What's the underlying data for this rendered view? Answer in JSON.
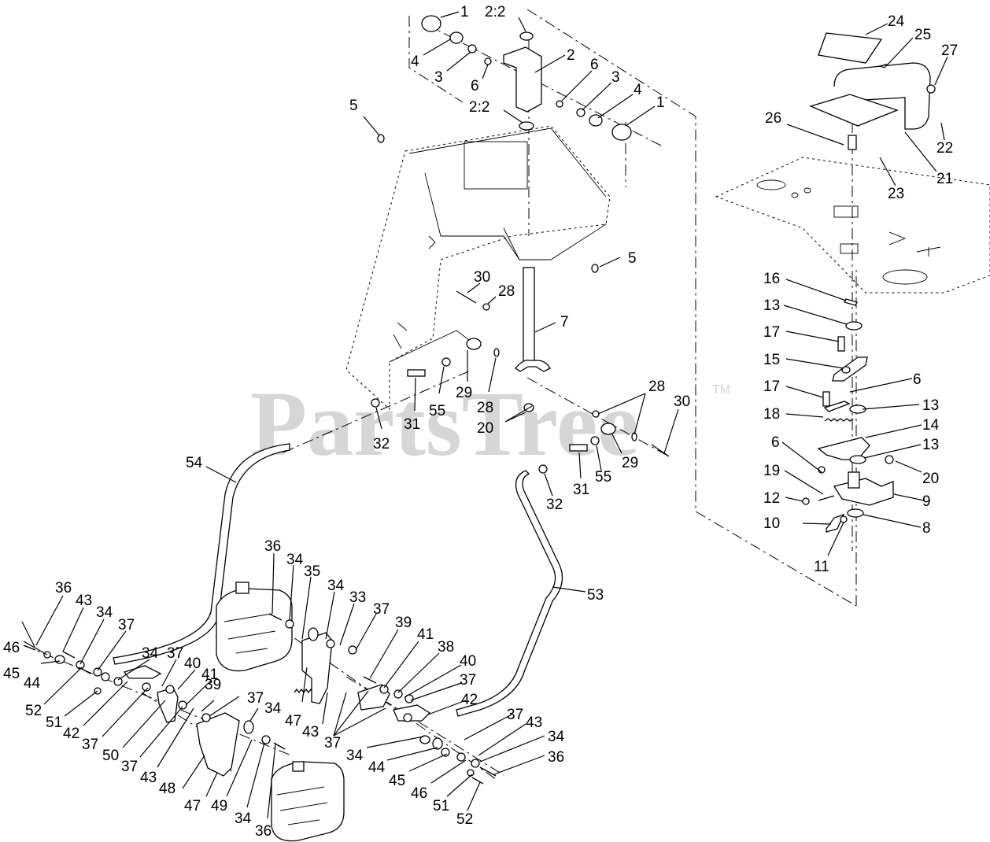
{
  "watermark": {
    "brand": "PartsTree",
    "trademark": "TM"
  },
  "callouts": [
    {
      "id": "c1a",
      "text": "1"
    },
    {
      "id": "c22a",
      "text": "2:2"
    },
    {
      "id": "c2",
      "text": "2"
    },
    {
      "id": "c4a",
      "text": "4"
    },
    {
      "id": "c3a",
      "text": "3"
    },
    {
      "id": "c6a",
      "text": "6"
    },
    {
      "id": "c6b",
      "text": "6"
    },
    {
      "id": "c3b",
      "text": "3"
    },
    {
      "id": "c4b",
      "text": "4"
    },
    {
      "id": "c1b",
      "text": "1"
    },
    {
      "id": "c22b",
      "text": "2:2"
    },
    {
      "id": "c5a",
      "text": "5"
    },
    {
      "id": "c5b",
      "text": "5"
    },
    {
      "id": "c30a",
      "text": "30"
    },
    {
      "id": "c28a",
      "text": "28"
    },
    {
      "id": "c7",
      "text": "7"
    },
    {
      "id": "c29a",
      "text": "29"
    },
    {
      "id": "c28b",
      "text": "28"
    },
    {
      "id": "c55a",
      "text": "55"
    },
    {
      "id": "c31a",
      "text": "31"
    },
    {
      "id": "c32a",
      "text": "32"
    },
    {
      "id": "c20a",
      "text": "20"
    },
    {
      "id": "c28c",
      "text": "28"
    },
    {
      "id": "c30b",
      "text": "30"
    },
    {
      "id": "c29b",
      "text": "29"
    },
    {
      "id": "c55b",
      "text": "55"
    },
    {
      "id": "c31b",
      "text": "31"
    },
    {
      "id": "c32b",
      "text": "32"
    },
    {
      "id": "c54",
      "text": "54"
    },
    {
      "id": "c53",
      "text": "53"
    },
    {
      "id": "c24",
      "text": "24"
    },
    {
      "id": "c25",
      "text": "25"
    },
    {
      "id": "c27",
      "text": "27"
    },
    {
      "id": "c26",
      "text": "26"
    },
    {
      "id": "c22c",
      "text": "22"
    },
    {
      "id": "c21",
      "text": "21"
    },
    {
      "id": "c23",
      "text": "23"
    },
    {
      "id": "c16",
      "text": "16"
    },
    {
      "id": "c13a",
      "text": "13"
    },
    {
      "id": "c17a",
      "text": "17"
    },
    {
      "id": "c15",
      "text": "15"
    },
    {
      "id": "c6c",
      "text": "6"
    },
    {
      "id": "c17b",
      "text": "17"
    },
    {
      "id": "c13b",
      "text": "13"
    },
    {
      "id": "c18",
      "text": "18"
    },
    {
      "id": "c14",
      "text": "14"
    },
    {
      "id": "c6d",
      "text": "6"
    },
    {
      "id": "c13c",
      "text": "13"
    },
    {
      "id": "c19",
      "text": "19"
    },
    {
      "id": "c20b",
      "text": "20"
    },
    {
      "id": "c12",
      "text": "12"
    },
    {
      "id": "c9",
      "text": "9"
    },
    {
      "id": "c10",
      "text": "10"
    },
    {
      "id": "c8",
      "text": "8"
    },
    {
      "id": "c11",
      "text": "11"
    },
    {
      "id": "c36a",
      "text": "36"
    },
    {
      "id": "c34a",
      "text": "34"
    },
    {
      "id": "c35",
      "text": "35"
    },
    {
      "id": "c34b",
      "text": "34"
    },
    {
      "id": "c33",
      "text": "33"
    },
    {
      "id": "c36b",
      "text": "36"
    },
    {
      "id": "c43a",
      "text": "43"
    },
    {
      "id": "c34c",
      "text": "34"
    },
    {
      "id": "c37a",
      "text": "37"
    },
    {
      "id": "c46a",
      "text": "46"
    },
    {
      "id": "c45a",
      "text": "45"
    },
    {
      "id": "c44a",
      "text": "44"
    },
    {
      "id": "c34d",
      "text": "34"
    },
    {
      "id": "c37b",
      "text": "37"
    },
    {
      "id": "c40a",
      "text": "40"
    },
    {
      "id": "c41a",
      "text": "41"
    },
    {
      "id": "c52a",
      "text": "52"
    },
    {
      "id": "c51a",
      "text": "51"
    },
    {
      "id": "c42a",
      "text": "42"
    },
    {
      "id": "c37c",
      "text": "37"
    },
    {
      "id": "c50",
      "text": "50"
    },
    {
      "id": "c37d",
      "text": "37"
    },
    {
      "id": "c43b",
      "text": "43"
    },
    {
      "id": "c39a",
      "text": "39"
    },
    {
      "id": "c37e",
      "text": "37"
    },
    {
      "id": "c34e",
      "text": "34"
    },
    {
      "id": "c48",
      "text": "48"
    },
    {
      "id": "c47a",
      "text": "47"
    },
    {
      "id": "c49",
      "text": "49"
    },
    {
      "id": "c34f",
      "text": "34"
    },
    {
      "id": "c36c",
      "text": "36"
    },
    {
      "id": "c37f",
      "text": "37"
    },
    {
      "id": "c39b",
      "text": "39"
    },
    {
      "id": "c41b",
      "text": "41"
    },
    {
      "id": "c38",
      "text": "38"
    },
    {
      "id": "c40b",
      "text": "40"
    },
    {
      "id": "c37g",
      "text": "37"
    },
    {
      "id": "c47b",
      "text": "47"
    },
    {
      "id": "c43c",
      "text": "43"
    },
    {
      "id": "c42b",
      "text": "42"
    },
    {
      "id": "c37h",
      "text": "37"
    },
    {
      "id": "c37i",
      "text": "37"
    },
    {
      "id": "c43d",
      "text": "43"
    },
    {
      "id": "c34g",
      "text": "34"
    },
    {
      "id": "c34h",
      "text": "34"
    },
    {
      "id": "c44b",
      "text": "44"
    },
    {
      "id": "c36d",
      "text": "36"
    },
    {
      "id": "c45b",
      "text": "45"
    },
    {
      "id": "c46b",
      "text": "46"
    },
    {
      "id": "c51b",
      "text": "51"
    },
    {
      "id": "c52b",
      "text": "52"
    }
  ]
}
